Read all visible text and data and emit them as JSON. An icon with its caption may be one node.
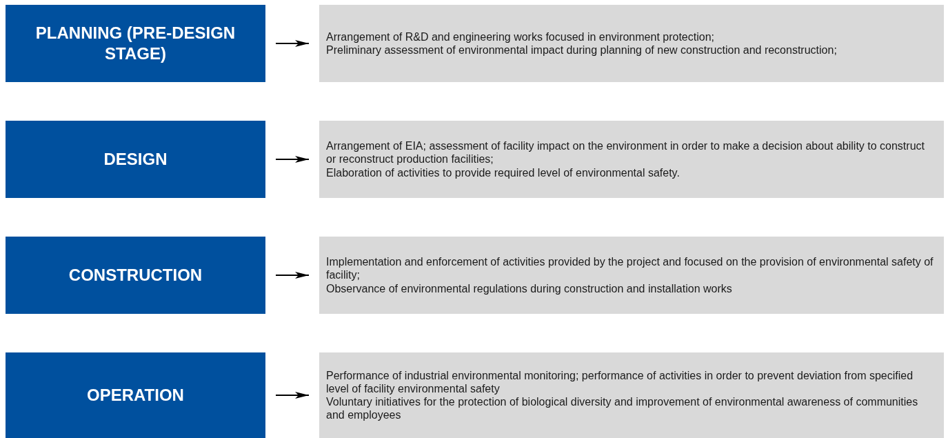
{
  "diagram": {
    "nodes": [
      {
        "text": [
          "PLANNING (PRE-DESIGN STAGE)"
        ]
      },
      {
        "text": [
          "Arrangement of R&D and engineering works focused in environment protection;",
          "Preliminary assessment of environmental impact during planning of new construction and reconstruction;"
        ]
      },
      {
        "text": [
          "DESIGN"
        ]
      },
      {
        "text": [
          "Arrangement of EIA; assessment of facility impact on the environment in order to make a decision about ability to construct or reconstruct production facilities;",
          "Elaboration of activities to provide required level of environmental safety."
        ]
      },
      {
        "text": [
          "CONSTRUCTION"
        ]
      },
      {
        "text": [
          "Implementation and enforcement of activities provided by the project and focused on the provision of environmental safety of facility;",
          "Observance of environmental regulations during construction and installation works"
        ]
      },
      {
        "text": [
          "OPERATION"
        ]
      },
      {
        "text": [
          "Performance of industrial environmental monitoring; performance of activities in order to prevent deviation from specified level of facility environmental safety",
          "Voluntary initiatives for the protection of biological diversity and improvement of environmental awareness of communities and employees"
        ]
      }
    ],
    "edges": [
      {
        "from": 0,
        "to": 1,
        "arrow": "to"
      },
      {
        "from": 2,
        "to": 3,
        "arrow": "to"
      },
      {
        "from": 4,
        "to": 5,
        "arrow": "to"
      },
      {
        "from": 6,
        "to": 7,
        "arrow": "to"
      }
    ]
  }
}
